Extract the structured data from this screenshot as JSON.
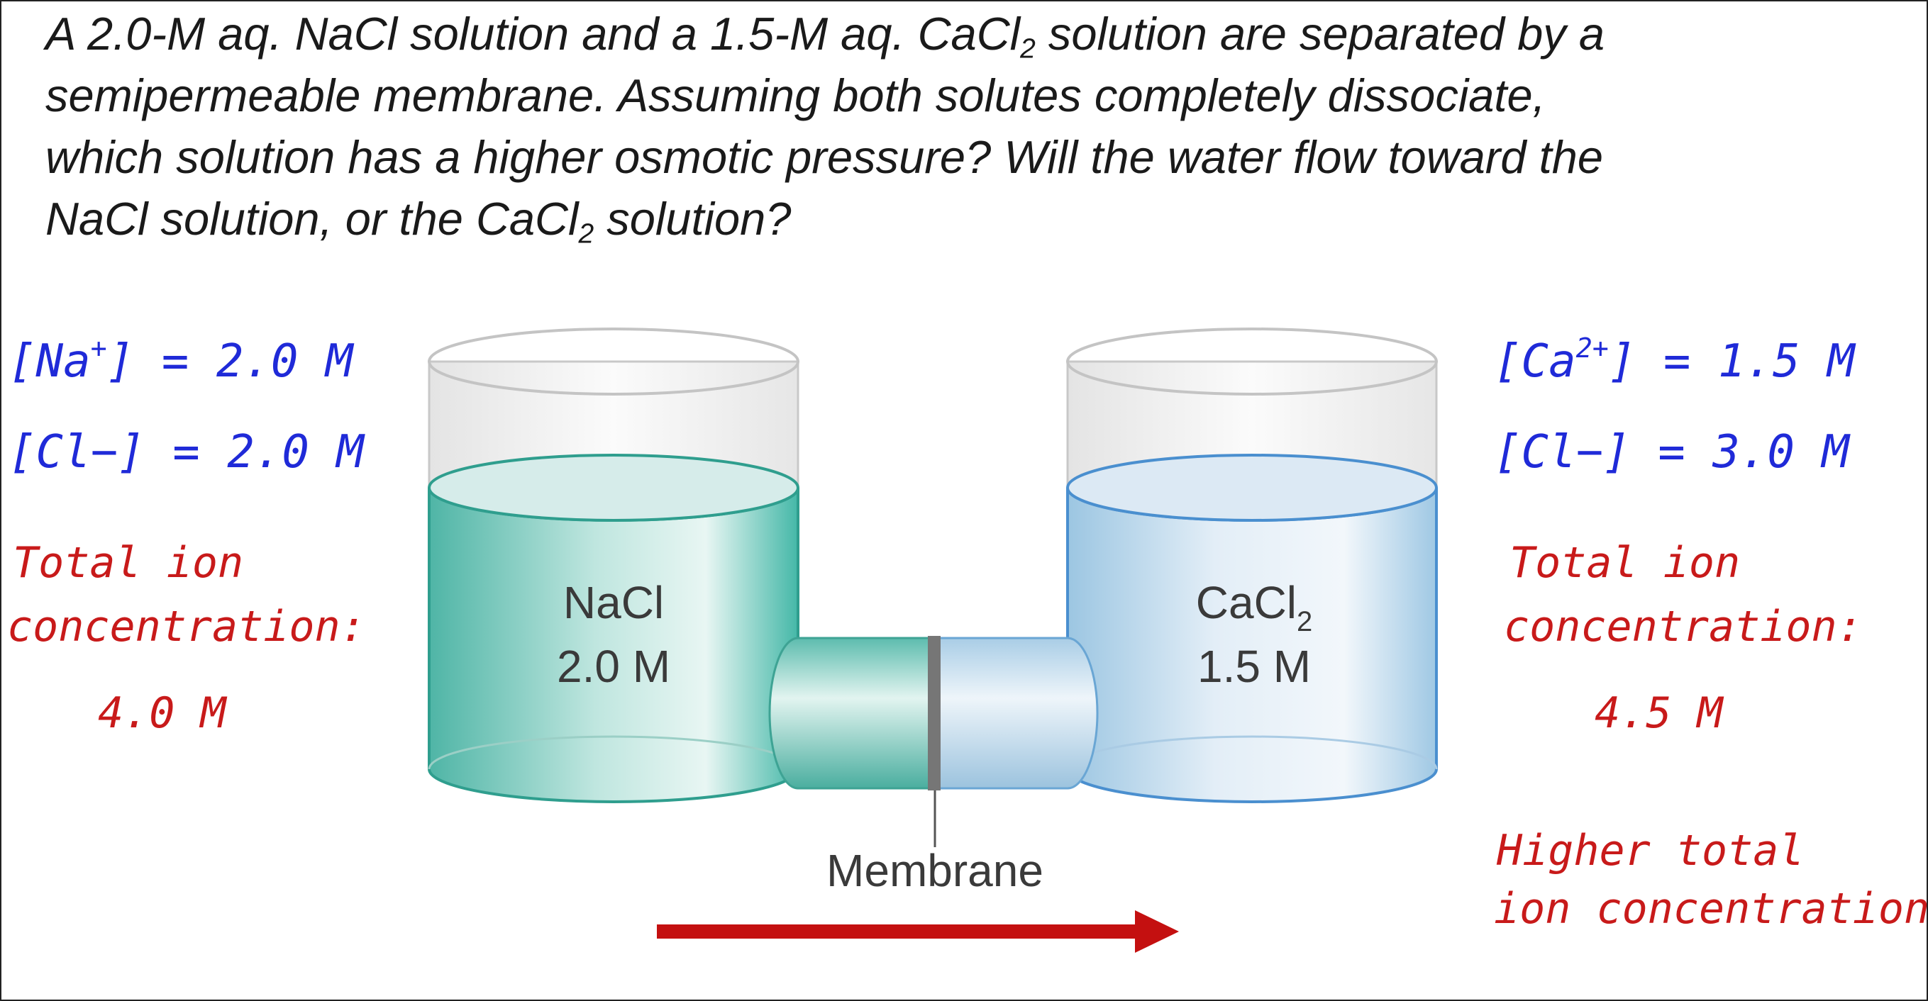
{
  "question": {
    "line1_part1": "A 2.0-M aq. NaCl solution and a 1.5-M aq. CaCl",
    "line1_sub": "2",
    "line1_part2": " solution are separated by a",
    "line2": "semipermeable membrane. Assuming both solutes completely dissociate,",
    "line3": "which solution has a higher osmotic pressure? Will the water flow toward the",
    "line4_part1": "NaCl solution, or the CaCl",
    "line4_sub": "2",
    "line4_part2": " solution?"
  },
  "left_notes": {
    "na_label": "[Na",
    "na_charge": "+",
    "na_value": "] = 2.0 M",
    "cl_line": "[Cl−] = 2.0 M",
    "total_line1": "Total ion",
    "total_line2": "concentration:",
    "total_value": "4.0 M"
  },
  "right_notes": {
    "ca_label": "[Ca",
    "ca_charge": "2+",
    "ca_value": "] = 1.5 M",
    "cl_line": "[Cl−] = 3.0 M",
    "total_line1": "Total ion",
    "total_line2": "concentration:",
    "total_value": "4.5 M",
    "higher_line1": "Higher total",
    "higher_line2": "ion concentration"
  },
  "diagram": {
    "left_solute": "NaCl",
    "left_conc": "2.0 M",
    "right_solute_main": "CaCl",
    "right_solute_sub": "2",
    "right_conc": "1.5 M",
    "membrane_label": "Membrane"
  },
  "colors": {
    "blue_ink": "#1f2ad8",
    "red_ink": "#c81a1a",
    "arrow": "#c41010",
    "nacl_solution": "#5fc2b4",
    "cacl2_solution": "#a9cfe6"
  }
}
